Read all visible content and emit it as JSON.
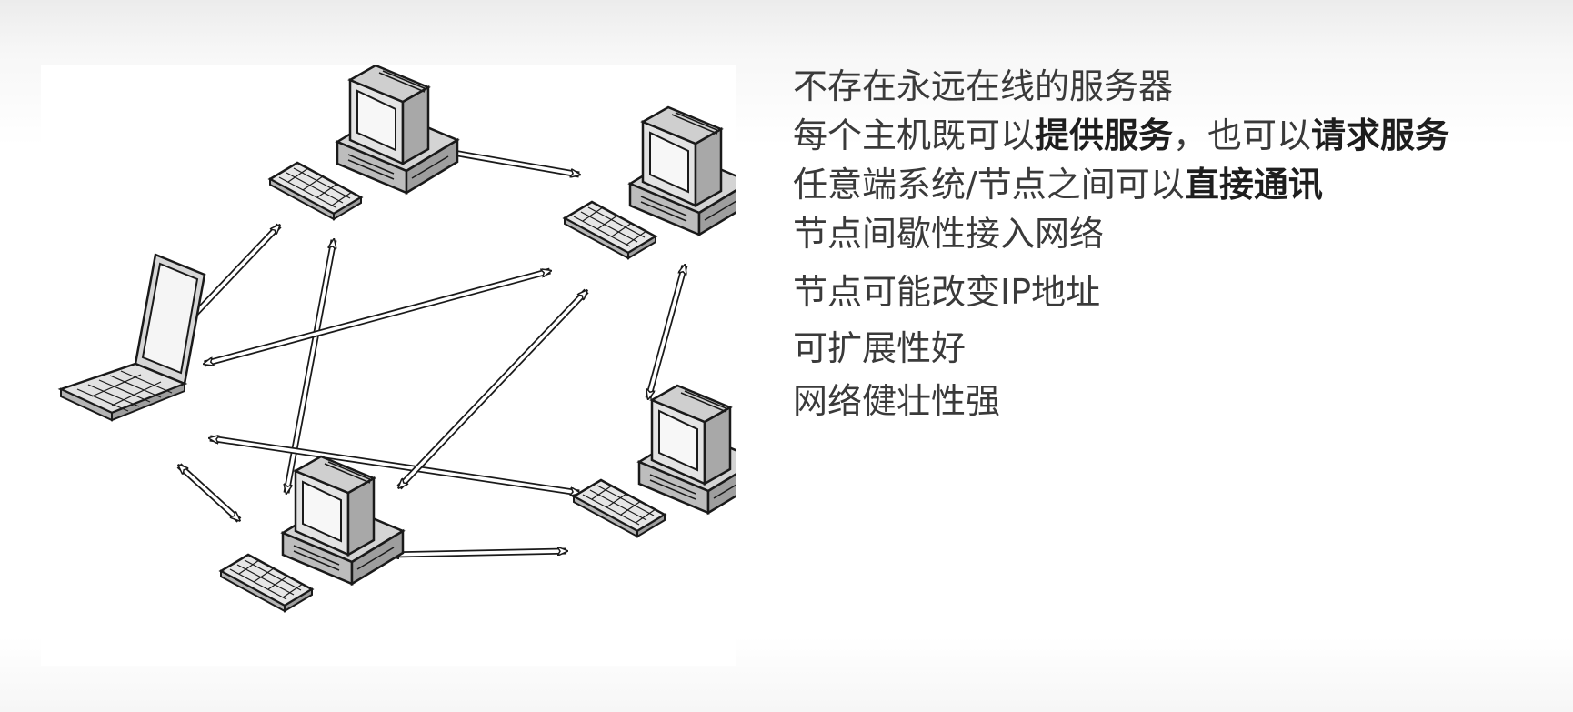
{
  "diagram": {
    "nodes": [
      {
        "id": "pc-top",
        "kind": "desktop"
      },
      {
        "id": "pc-right-top",
        "kind": "desktop"
      },
      {
        "id": "laptop-left",
        "kind": "laptop"
      },
      {
        "id": "pc-bottom",
        "kind": "desktop"
      },
      {
        "id": "pc-right-bottom",
        "kind": "desktop"
      }
    ],
    "links": [
      [
        "pc-top",
        "pc-right-top"
      ],
      [
        "pc-top",
        "laptop-left"
      ],
      [
        "pc-top",
        "pc-bottom"
      ],
      [
        "laptop-left",
        "pc-right-top"
      ],
      [
        "laptop-left",
        "pc-right-bottom"
      ],
      [
        "laptop-left",
        "pc-bottom"
      ],
      [
        "pc-bottom",
        "pc-right-top"
      ],
      [
        "pc-bottom",
        "pc-right-bottom"
      ],
      [
        "pc-right-top",
        "pc-right-bottom"
      ]
    ]
  },
  "text_lines": [
    {
      "normal1": "不存在永远在线的服务器",
      "bold1": "",
      "normal2": "",
      "bold2": ""
    },
    {
      "normal1": "每个主机既可以",
      "bold1": "提供服务",
      "normal2": "，也可以",
      "bold2": "请求服务"
    },
    {
      "normal1": "任意端系统/节点之间可以",
      "bold1": "直接通讯",
      "normal2": "",
      "bold2": ""
    },
    {
      "normal1": "节点间歇性接入网络",
      "bold1": "",
      "normal2": "",
      "bold2": ""
    },
    {
      "normal1": "节点可能改变IP地址",
      "bold1": "",
      "normal2": "",
      "bold2": ""
    },
    {
      "normal1": "可扩展性好",
      "bold1": "",
      "normal2": "",
      "bold2": ""
    },
    {
      "normal1": "网络健壮性强",
      "bold1": "",
      "normal2": "",
      "bold2": ""
    }
  ]
}
